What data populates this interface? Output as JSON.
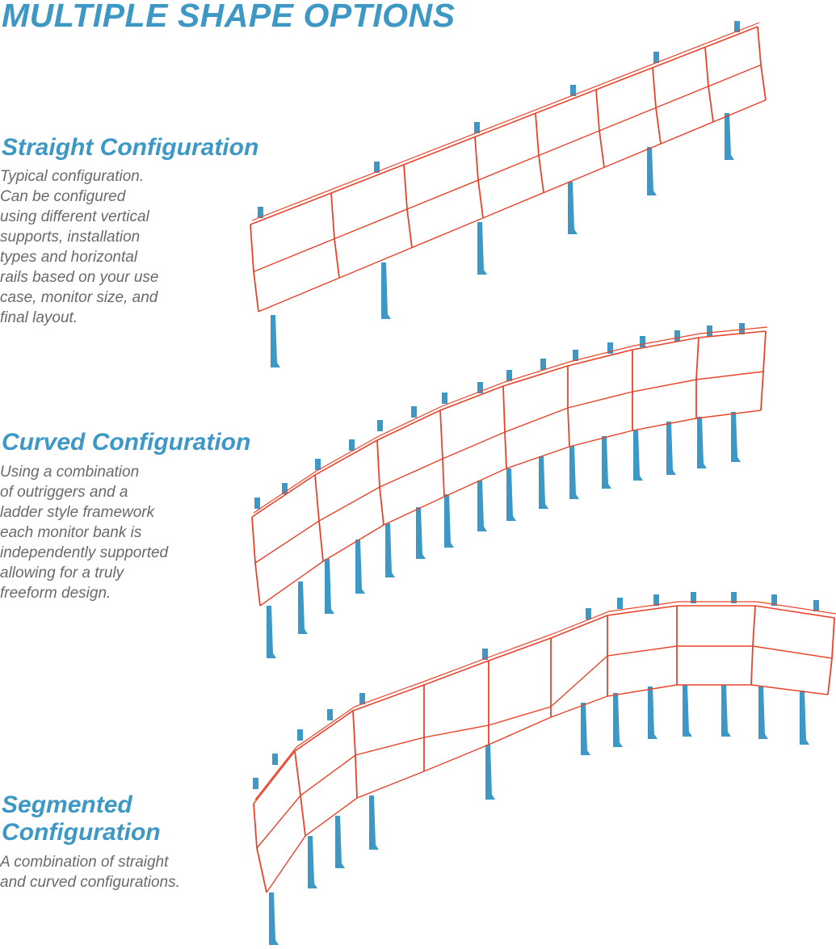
{
  "header": {
    "title": "MULTIPLE SHAPE OPTIONS"
  },
  "colors": {
    "accent": "#3d98c5",
    "frame": "#e8442a",
    "text": "#6a6a6a"
  },
  "sections": [
    {
      "title": "Straight Configuration",
      "lines": [
        "Typical configuration.",
        "Can be configured",
        "using different vertical",
        "supports, installation",
        "types and horizontal",
        "rails based on your use",
        "case, monitor size, and",
        "final layout."
      ]
    },
    {
      "title": "Curved Configuration",
      "lines": [
        "Using a combination",
        "of outriggers and a",
        "ladder style framework",
        "each monitor bank is",
        "independently supported",
        "allowing for a truly",
        "freeform design."
      ]
    },
    {
      "title_lines": [
        "Segmented",
        "Configuration"
      ],
      "lines": [
        "A combination of straight",
        "and curved configurations."
      ]
    }
  ]
}
